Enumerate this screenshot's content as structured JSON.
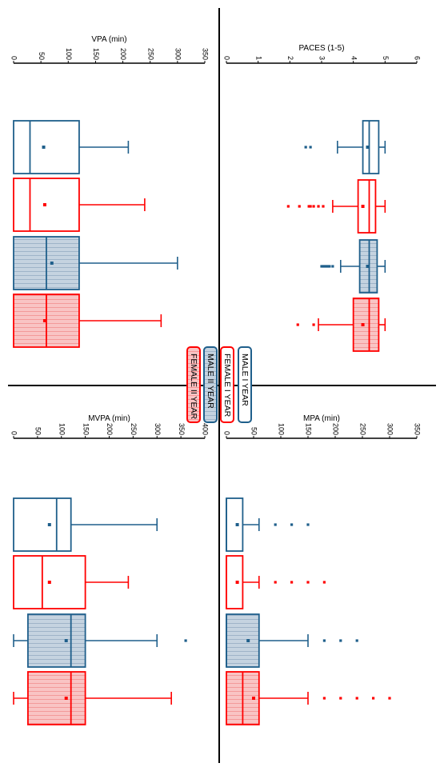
{
  "legend": {
    "items": [
      {
        "label": "MALE I YEAR",
        "color": "#1f5f8b",
        "fill": "none"
      },
      {
        "label": "FEMALE I YEAR",
        "color": "#ff0000",
        "fill": "none"
      },
      {
        "label": "MALE II YEAR",
        "color": "#1f5f8b",
        "fill": "#c5d3e0"
      },
      {
        "label": "FEMALE II YEAR",
        "color": "#ff0000",
        "fill": "#f7b6b6"
      }
    ]
  },
  "chart_data": [
    {
      "type": "boxplot",
      "panel": "top-right",
      "axis_title": "PACES (1-5)",
      "ticks": [
        0,
        1,
        2,
        3,
        4,
        5,
        6
      ],
      "ylim": [
        0,
        6
      ],
      "series": [
        {
          "group": "MALE I YEAR",
          "whisker_low": 3.5,
          "q1": 4.3,
          "median": 4.5,
          "q3": 4.8,
          "whisker_high": 5,
          "mean": 4.45,
          "outliers": [
            2.5,
            2.65
          ]
        },
        {
          "group": "FEMALE I YEAR",
          "whisker_low": 3.35,
          "q1": 4.15,
          "median": 4.5,
          "q3": 4.7,
          "whisker_high": 5,
          "mean": 4.3,
          "outliers": [
            1.95,
            2.3,
            2.6,
            2.65,
            2.75,
            2.9,
            3.05
          ]
        },
        {
          "group": "MALE II YEAR",
          "whisker_low": 3.6,
          "q1": 4.2,
          "median": 4.5,
          "q3": 4.75,
          "whisker_high": 5,
          "mean": 4.45,
          "outliers": [
            3.0,
            3.05,
            3.1,
            3.15,
            3.2,
            3.25,
            3.35
          ]
        },
        {
          "group": "FEMALE II YEAR",
          "whisker_low": 2.9,
          "q1": 4.0,
          "median": 4.5,
          "q3": 4.8,
          "whisker_high": 5,
          "mean": 4.3,
          "outliers": [
            2.25,
            2.75
          ]
        }
      ]
    },
    {
      "type": "boxplot",
      "panel": "top-left",
      "axis_title": "VPA (min)",
      "ticks": [
        0,
        50,
        100,
        150,
        200,
        250,
        300,
        350
      ],
      "ylim": [
        0,
        350
      ],
      "series": [
        {
          "group": "MALE I YEAR",
          "whisker_low": 0,
          "q1": 0,
          "median": 30,
          "q3": 120,
          "whisker_high": 210,
          "mean": 55,
          "outliers": []
        },
        {
          "group": "FEMALE I YEAR",
          "whisker_low": 0,
          "q1": 0,
          "median": 30,
          "q3": 120,
          "whisker_high": 240,
          "mean": 57,
          "outliers": []
        },
        {
          "group": "MALE II YEAR",
          "whisker_low": 0,
          "q1": 0,
          "median": 60,
          "q3": 120,
          "whisker_high": 300,
          "mean": 70,
          "outliers": []
        },
        {
          "group": "FEMALE II YEAR",
          "whisker_low": 0,
          "q1": 0,
          "median": 60,
          "q3": 120,
          "whisker_high": 270,
          "mean": 57,
          "outliers": []
        }
      ]
    },
    {
      "type": "boxplot",
      "panel": "bottom-left",
      "axis_title": "MVPA (min)",
      "ticks": [
        0,
        50,
        100,
        150,
        200,
        250,
        300,
        350,
        400
      ],
      "ylim": [
        0,
        400
      ],
      "series": [
        {
          "group": "MALE I YEAR",
          "whisker_low": 0,
          "q1": 0,
          "median": 90,
          "q3": 120,
          "whisker_high": 300,
          "mean": 75,
          "outliers": []
        },
        {
          "group": "FEMALE I YEAR",
          "whisker_low": 0,
          "q1": 0,
          "median": 60,
          "q3": 150,
          "whisker_high": 240,
          "mean": 75,
          "outliers": []
        },
        {
          "group": "MALE II YEAR",
          "whisker_low": 0,
          "q1": 30,
          "median": 120,
          "q3": 150,
          "whisker_high": 300,
          "mean": 110,
          "outliers": [
            360
          ]
        },
        {
          "group": "FEMALE II YEAR",
          "whisker_low": 0,
          "q1": 30,
          "median": 120,
          "q3": 150,
          "whisker_high": 330,
          "mean": 110,
          "outliers": []
        }
      ]
    },
    {
      "type": "boxplot",
      "panel": "bottom-right",
      "axis_title": "MPA (min)",
      "ticks": [
        0,
        50,
        100,
        150,
        200,
        250,
        300,
        350
      ],
      "ylim": [
        0,
        350
      ],
      "series": [
        {
          "group": "MALE I YEAR",
          "whisker_low": 0,
          "q1": 0,
          "median": 0,
          "q3": 30,
          "whisker_high": 60,
          "mean": 20,
          "outliers": [
            90,
            120,
            150
          ]
        },
        {
          "group": "FEMALE I YEAR",
          "whisker_low": 0,
          "q1": 0,
          "median": 0,
          "q3": 30,
          "whisker_high": 60,
          "mean": 20,
          "outliers": [
            90,
            120,
            150,
            180
          ]
        },
        {
          "group": "MALE II YEAR",
          "whisker_low": 0,
          "q1": 0,
          "median": 0,
          "q3": 60,
          "whisker_high": 150,
          "mean": 40,
          "outliers": [
            180,
            210,
            240
          ]
        },
        {
          "group": "FEMALE II YEAR",
          "whisker_low": 0,
          "q1": 0,
          "median": 30,
          "q3": 60,
          "whisker_high": 150,
          "mean": 50,
          "outliers": [
            180,
            210,
            240,
            270,
            300
          ]
        }
      ]
    }
  ]
}
